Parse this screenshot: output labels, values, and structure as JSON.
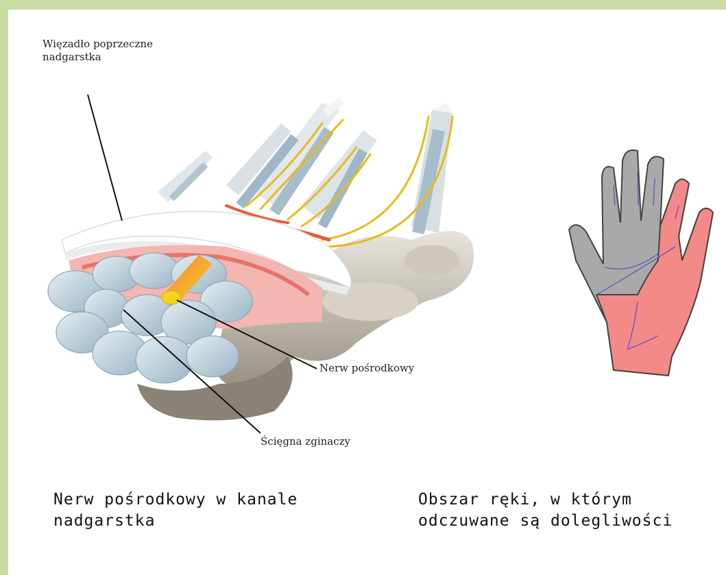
{
  "labels": {
    "ligament_line1": "Więzadło poprzeczne",
    "ligament_line2": "nadgarstka",
    "nerve": "Nerw pośrodkowy",
    "tendons": "Ścięgna zginaczy"
  },
  "captions": {
    "left_line1": "Nerw pośrodkowy w kanale",
    "left_line2": "nadgarstka",
    "right_line1": "Obszar ręki, w którym",
    "right_line2": "odczuwane są dolegliwości"
  },
  "colors": {
    "frame": "#c8dca4",
    "tendon": "#b8cfdc",
    "nerve_yellow": "#e8c020",
    "nerve_red": "#e85a3a",
    "ligament": "#ffffff",
    "bone": "#cbc4b4",
    "hand_gray": "#a8a8a8",
    "hand_affected": "#f48a88"
  }
}
